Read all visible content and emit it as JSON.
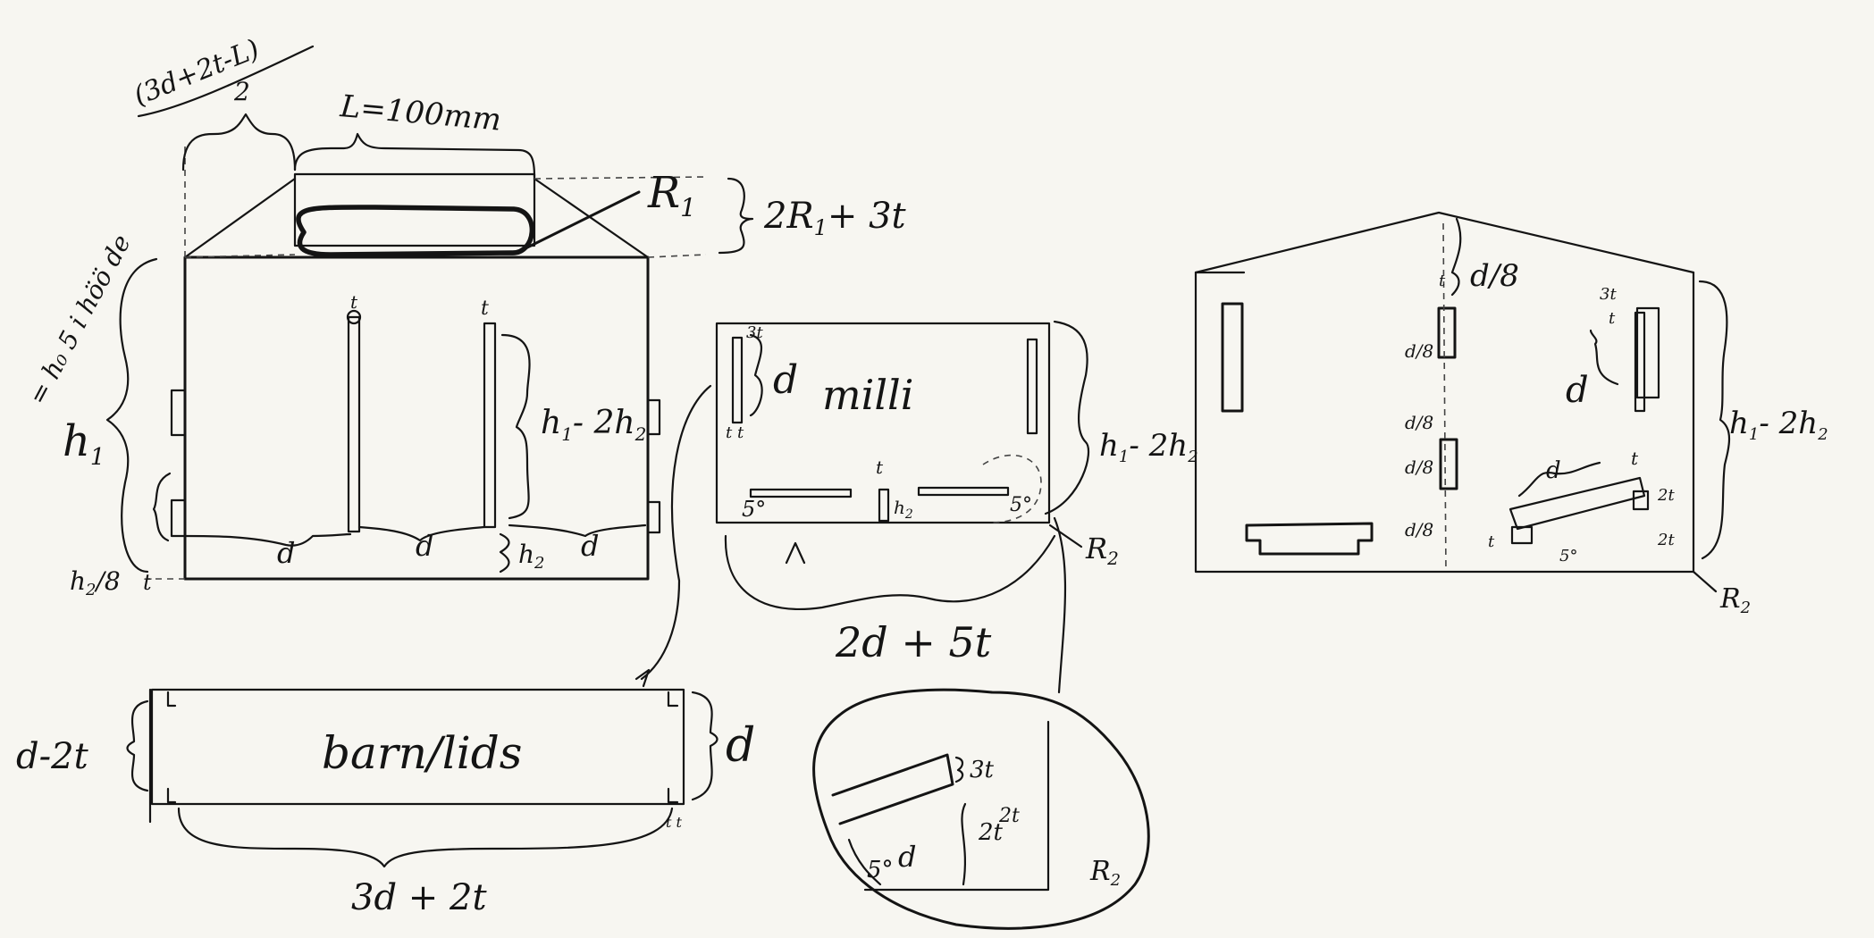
{
  "labels": {
    "top_formula_num": "(3d+2t-L)",
    "top_formula_den": "2",
    "length": "L=100mm",
    "r1": "R",
    "r1_sub": "1",
    "r1_height": "2R",
    "r1_height_sub": "1",
    "r1_height_tail": "+ 3t",
    "height_formula": "= h₀ 5 i höö de",
    "h1": "h",
    "h1_sub": "1",
    "h2_8": "h",
    "h2_8_sub": "2",
    "h2_8_tail": "/8",
    "t_small": "t",
    "h1_minus_2h2": "h",
    "h1_minus_2h2_sub1": "1",
    "h1_minus_2h2_mid": "- 2h",
    "h1_minus_2h2_sub2": "2",
    "d": "d",
    "h2": "h",
    "h2_sub": "2",
    "three_t": "3t",
    "tt": "t t",
    "milli": "milli",
    "five_deg": "5°",
    "r2": "R",
    "r2_sub": "2",
    "two_d_5t": "2d + 5t",
    "d_minus_2t": "d-2t",
    "barn_lids": "barn/lids",
    "three_d_2t": "3d + 2t",
    "two_t": "2t",
    "d_8": "d/8",
    "d_over_8": "d/8"
  }
}
